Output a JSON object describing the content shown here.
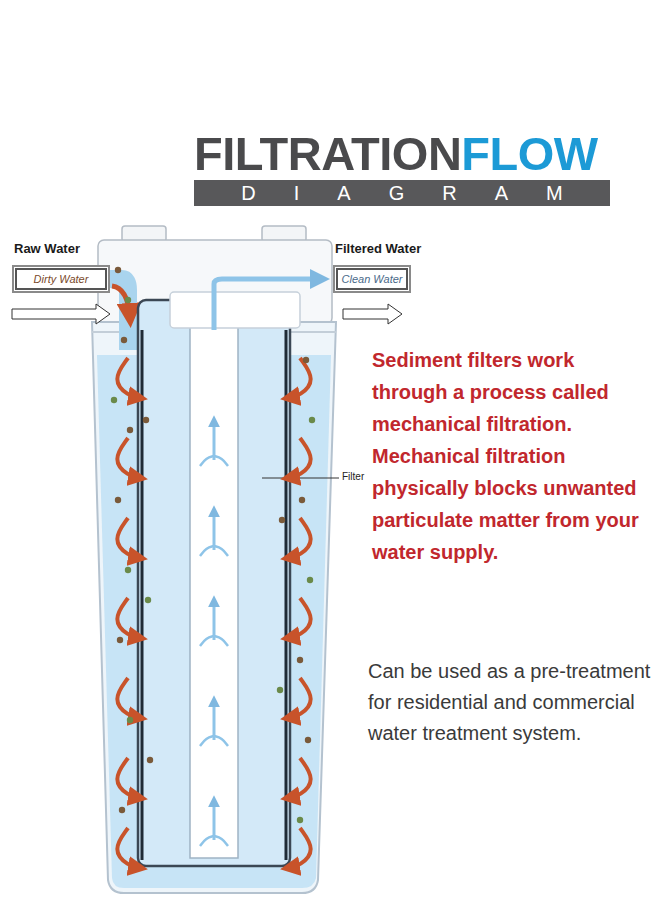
{
  "diagram": {
    "title": "FILTRATIONFLOW",
    "nodes": [
      {
        "text": [
          "DIAGRAM"
        ]
      },
      {
        "text": [
          "Raw Water",
          "Dirty Water"
        ]
      },
      {
        "text": [
          "Filtered Water",
          "Clean Water"
        ]
      }
    ],
    "labels": [
      "Filter",
      "Sediment filters work through a process called mechanical filtration. Mechanical filtration physically blocks unwanted particulate matter from your water supply.",
      "Can be used as a pre-treatment for residential and commercial water treatment system."
    ]
  }
}
